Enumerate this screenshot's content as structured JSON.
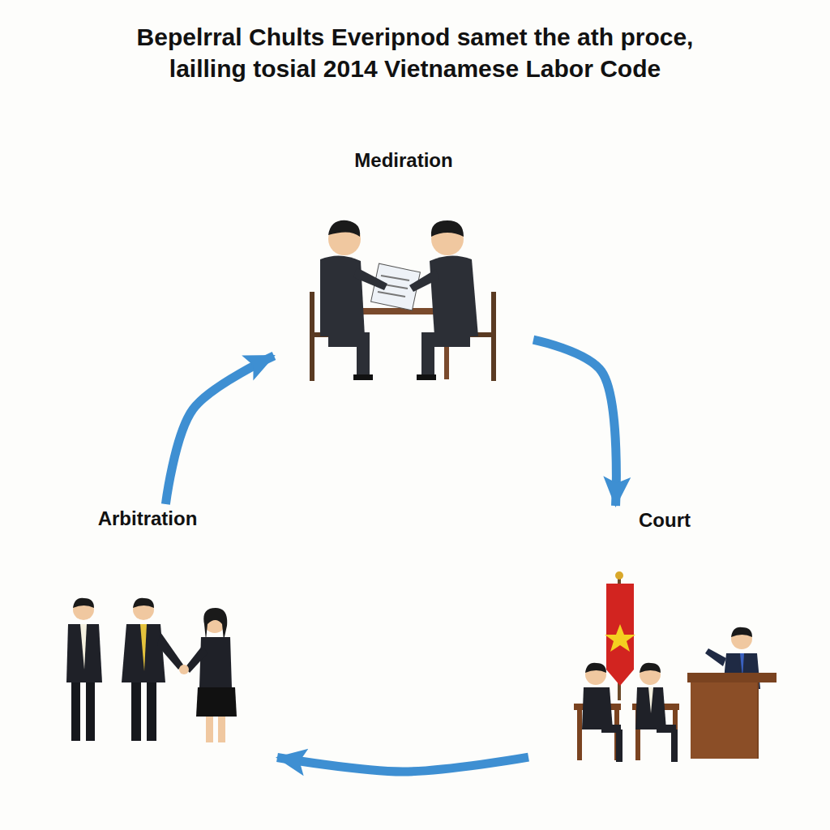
{
  "diagram": {
    "title": "Bepelrral Chults Everipnod samet the ath proce, lailling tosial 2014 Vietnamese Labor Code",
    "nodes": [
      {
        "text": [
          "Mediration"
        ]
      },
      {
        "text": [
          "Arbitration"
        ]
      },
      {
        "text": [
          "Court"
        ]
      }
    ],
    "edges": [
      {
        "from": 0,
        "to": 2,
        "arrow": "to"
      },
      {
        "from": 2,
        "to": 1,
        "arrow": "to"
      },
      {
        "from": 1,
        "to": 0,
        "arrow": "to"
      }
    ]
  }
}
